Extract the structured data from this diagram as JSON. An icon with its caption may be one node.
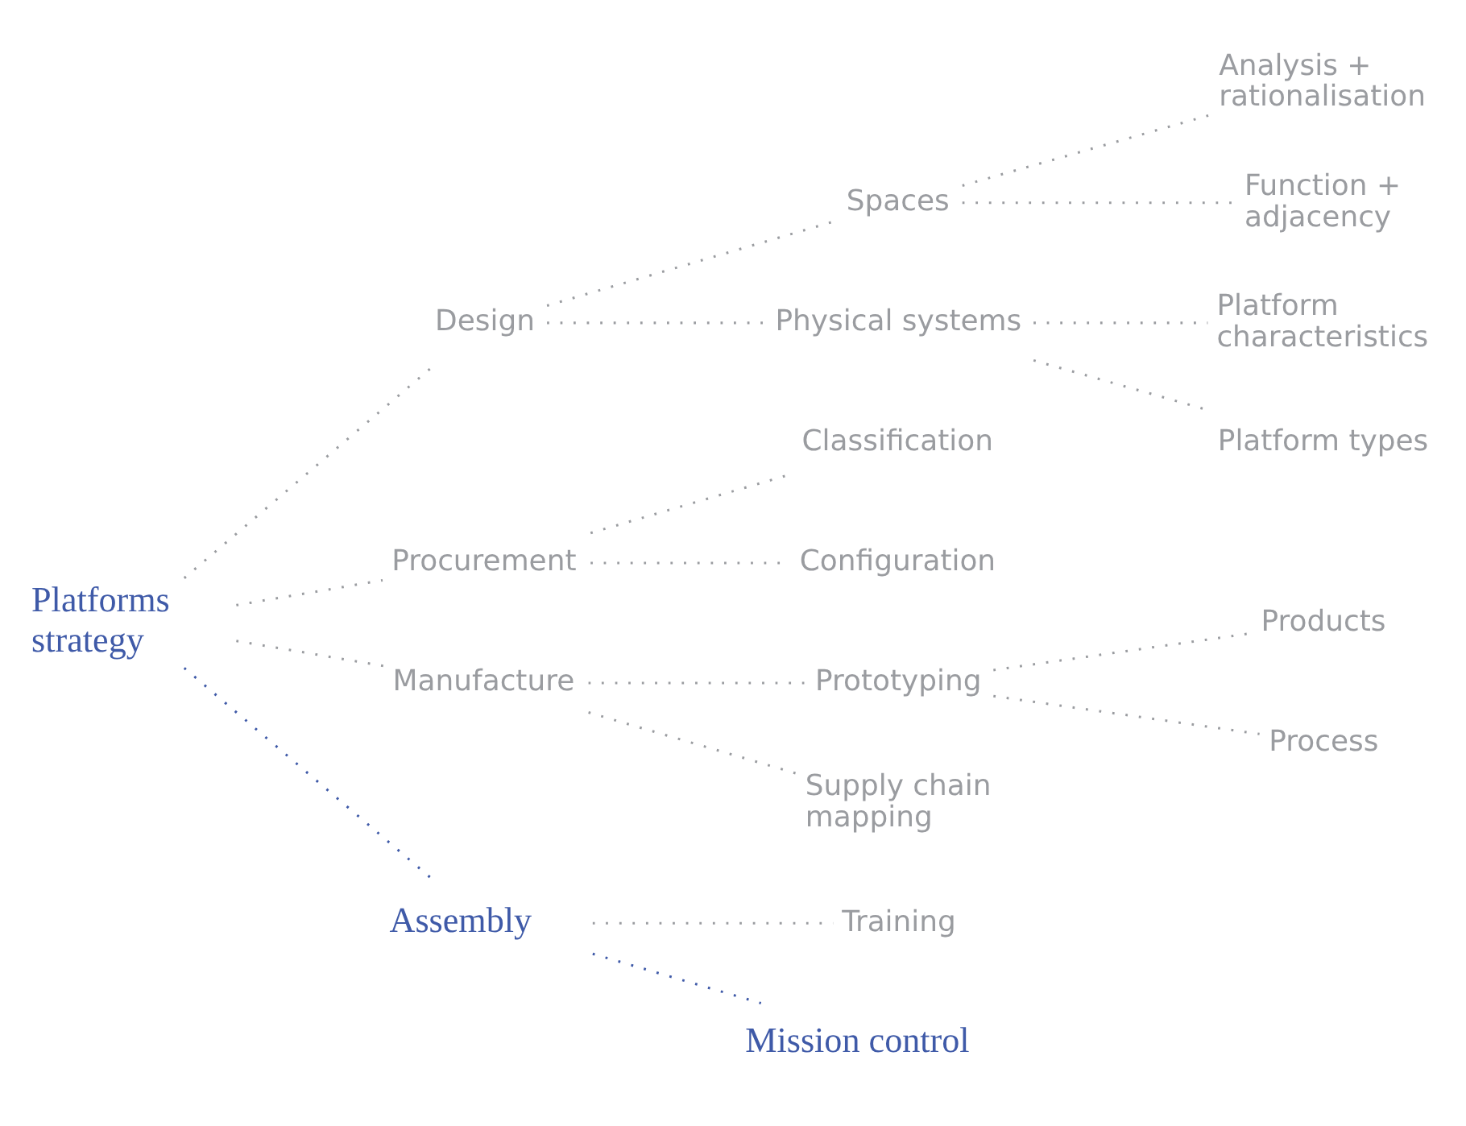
{
  "diagram": {
    "nodes": [
      {
        "text": [
          "Platforms strategy"
        ]
      },
      {
        "text": [
          "Design"
        ]
      },
      {
        "text": [
          "Procurement"
        ]
      },
      {
        "text": [
          "Manufacture"
        ]
      },
      {
        "text": [
          "Assembly"
        ]
      },
      {
        "text": [
          "Spaces"
        ]
      },
      {
        "text": [
          "Physical systems"
        ]
      },
      {
        "text": [
          "Analysis + rationalisation"
        ]
      },
      {
        "text": [
          "Function + adjacency"
        ]
      },
      {
        "text": [
          "Platform characteristics"
        ]
      },
      {
        "text": [
          "Platform types"
        ]
      },
      {
        "text": [
          "Classification"
        ]
      },
      {
        "text": [
          "Configuration"
        ]
      },
      {
        "text": [
          "Prototyping"
        ]
      },
      {
        "text": [
          "Supply chain mapping"
        ]
      },
      {
        "text": [
          "Products"
        ]
      },
      {
        "text": [
          "Process"
        ]
      },
      {
        "text": [
          "Training"
        ]
      },
      {
        "text": [
          "Mission control"
        ]
      }
    ],
    "edges": [
      {
        "from": 0,
        "to": 1,
        "arrow": "none"
      },
      {
        "from": 0,
        "to": 2,
        "arrow": "none"
      },
      {
        "from": 0,
        "to": 3,
        "arrow": "none"
      },
      {
        "from": 0,
        "to": 4,
        "arrow": "none",
        "color": "#3f5aa8"
      },
      {
        "from": 1,
        "to": 5,
        "arrow": "none"
      },
      {
        "from": 1,
        "to": 6,
        "arrow": "none"
      },
      {
        "from": 5,
        "to": 7,
        "arrow": "none"
      },
      {
        "from": 5,
        "to": 8,
        "arrow": "none"
      },
      {
        "from": 6,
        "to": 9,
        "arrow": "none"
      },
      {
        "from": 6,
        "to": 10,
        "arrow": "none"
      },
      {
        "from": 2,
        "to": 11,
        "arrow": "none"
      },
      {
        "from": 2,
        "to": 12,
        "arrow": "none"
      },
      {
        "from": 3,
        "to": 13,
        "arrow": "none"
      },
      {
        "from": 3,
        "to": 14,
        "arrow": "none"
      },
      {
        "from": 13,
        "to": 15,
        "arrow": "none"
      },
      {
        "from": 13,
        "to": 16,
        "arrow": "none"
      },
      {
        "from": 4,
        "to": 17,
        "arrow": "none"
      },
      {
        "from": 4,
        "to": 18,
        "arrow": "none",
        "color": "#3f5aa8"
      }
    ]
  }
}
